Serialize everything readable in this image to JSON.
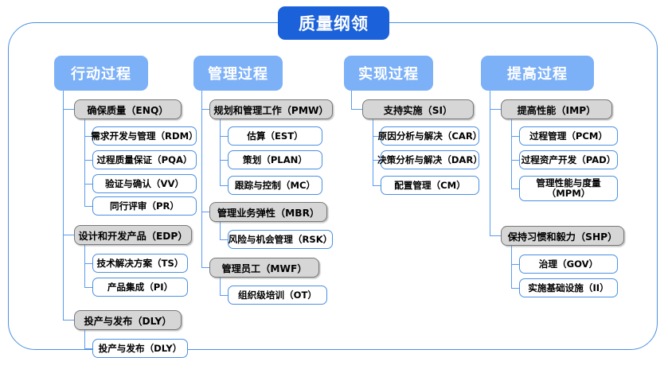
{
  "diagram": {
    "title": "质量纲领",
    "frame_color": "#4a90e2",
    "title_color": "#1b61d9",
    "header_color": "#7cb0f7",
    "group_color": "#d6d6d6",
    "leaf_border_color": "#4a90e2",
    "connector_color": "#5b9bf0"
  },
  "columns": [
    {
      "header": "行动过程",
      "groups": [
        {
          "label": "确保质量（ENQ）",
          "children": [
            "需求开发与管理（RDM）",
            "过程质量保证（PQA）",
            "验证与确认（VV）",
            "同行评审（PR）"
          ]
        },
        {
          "label": "设计和开发产品（EDP）",
          "children": [
            "技术解决方案（TS）",
            "产品集成（PI）"
          ]
        },
        {
          "label": "投产与发布（DLY）",
          "children": [
            "投产与发布（DLY）"
          ]
        }
      ]
    },
    {
      "header": "管理过程",
      "groups": [
        {
          "label": "规划和管理工作（PMW）",
          "children": [
            "估算（EST）",
            "策划（PLAN）",
            "跟踪与控制（MC）"
          ]
        },
        {
          "label": "管理业务弹性（MBR）",
          "children": [
            "风险与机会管理（RSK）"
          ]
        },
        {
          "label": "管理员工（MWF）",
          "children": [
            "组织级培训（OT）"
          ]
        }
      ]
    },
    {
      "header": "实现过程",
      "groups": [
        {
          "label": "支持实施（SI）",
          "children": [
            "原因分析与解决（CAR）",
            "决策分析与解决（DAR）",
            "配置管理（CM）"
          ]
        }
      ]
    },
    {
      "header": "提高过程",
      "groups": [
        {
          "label": "提高性能（IMP）",
          "children": [
            "过程管理（PCM）",
            "过程资产开发（PAD）",
            "管理性能与度量\n（MPM）"
          ]
        },
        {
          "label": "保持习惯和毅力（SHP）",
          "children": [
            "治理（GOV）",
            "实施基础设施（II）"
          ]
        }
      ]
    }
  ]
}
